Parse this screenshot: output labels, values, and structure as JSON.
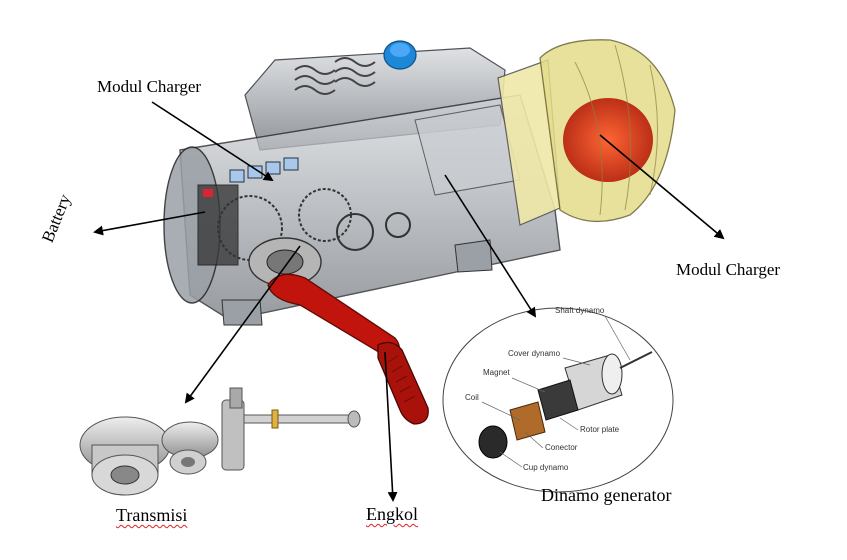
{
  "labels": {
    "modul_charger_left": "Modul Charger",
    "modul_charger_right": "Modul Charger",
    "battery": "Battery",
    "transmisi": "Transmisi",
    "engkol": "Engkol",
    "dinamo_generator": "Dinamo generator"
  },
  "dynamo_parts": {
    "shaft": "Shaft dynamo",
    "cover": "Cover dynamo",
    "magnet": "Magnet",
    "coil": "Coil",
    "rotor_plate": "Rotor plate",
    "conector": "Conector",
    "cup": "Cup dynamo"
  },
  "colors": {
    "housing": "#8a8f96",
    "handle": "#c0140c",
    "cone": "#e4dc8a",
    "cone_core": "#e0441e",
    "knob": "#1e88d8",
    "gear": "#b8b8b8"
  }
}
